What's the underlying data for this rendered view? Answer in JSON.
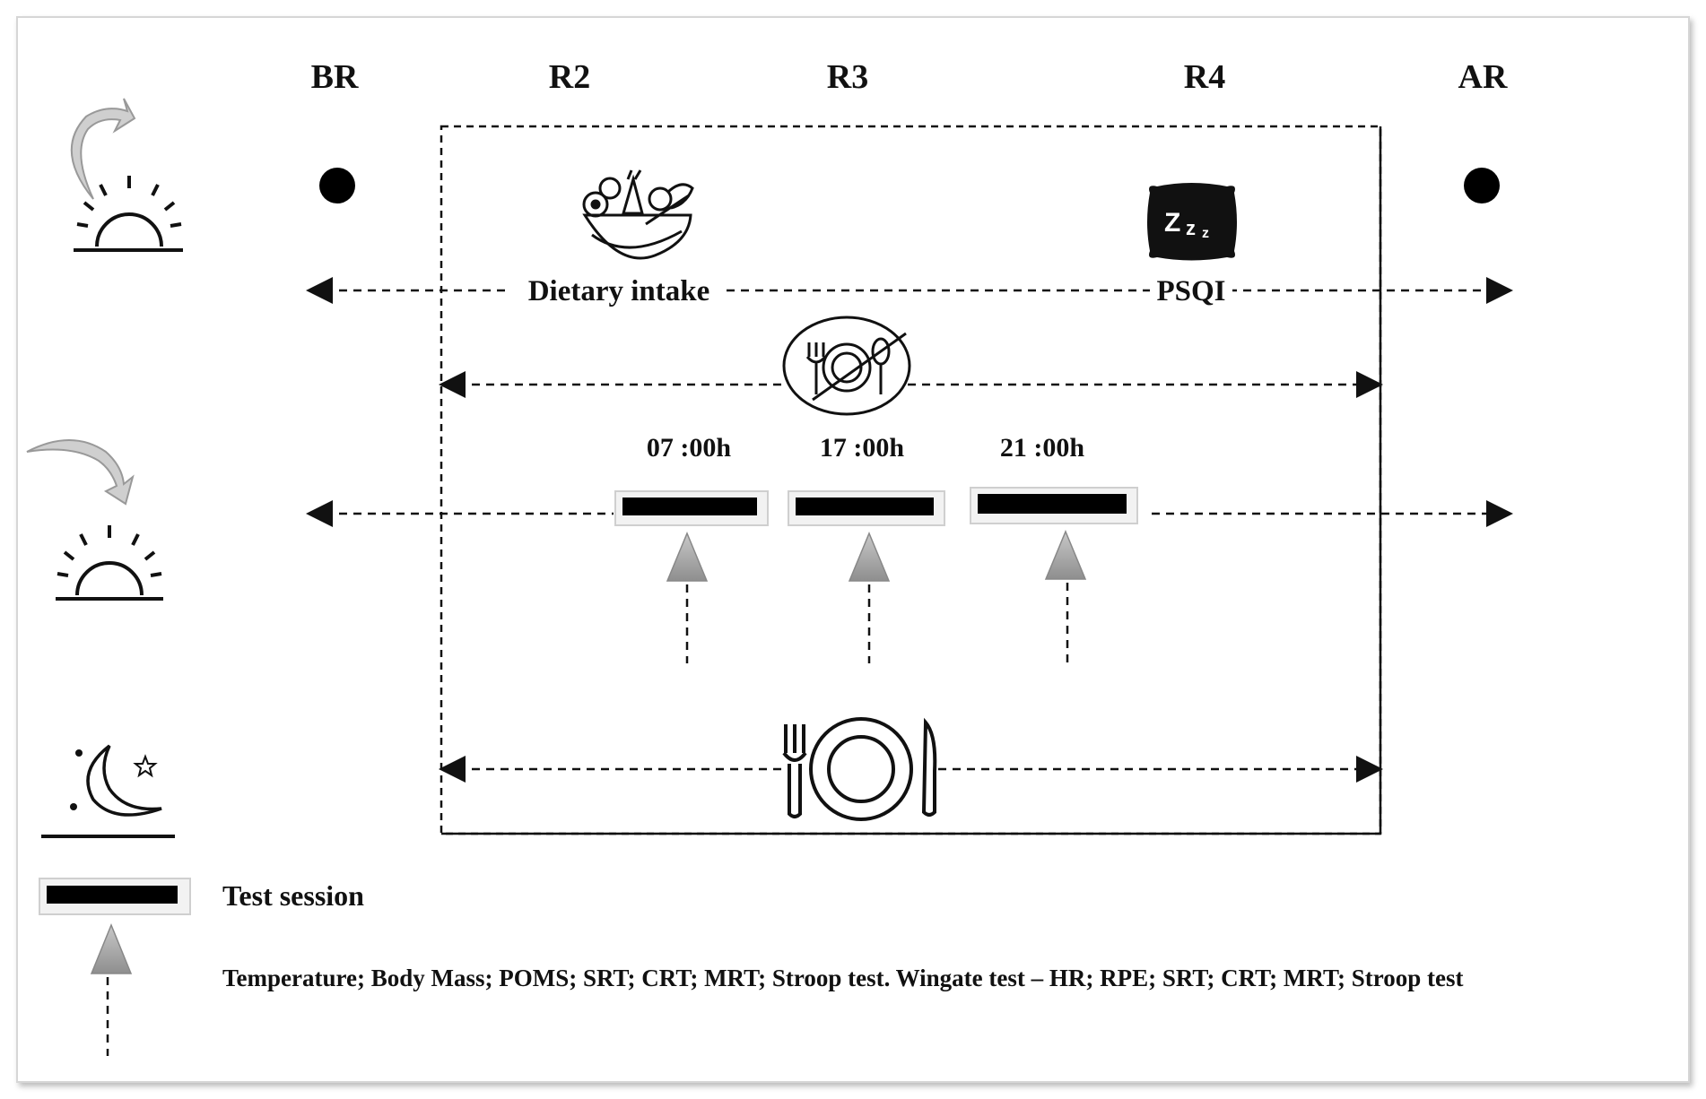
{
  "phases": [
    "BR",
    "R2",
    "R3",
    "R4",
    "AR"
  ],
  "labels": {
    "dietary_intake": "Dietary intake",
    "psqi": "PSQI"
  },
  "sessions": [
    "07 :00h",
    "17 :00h",
    "21 :00h"
  ],
  "legend": {
    "test_session": "Test session",
    "measures": "Temperature; Body Mass; POMS; SRT; CRT; MRT; Stroop test. Wingate test – HR;  RPE; SRT; CRT; MRT; Stroop test"
  },
  "icons": {
    "row1": "sunrise-icon",
    "row2": "sunset-icon",
    "row3": "moon-night-icon",
    "diet": "salad-bowl-icon",
    "sleep": "pillow-zzz-icon",
    "fasting": "no-eating-icon",
    "meal": "plate-cutlery-icon"
  },
  "colors": {
    "bar": "#000000",
    "arrow": "#a9a9a9",
    "line": "#111111"
  }
}
